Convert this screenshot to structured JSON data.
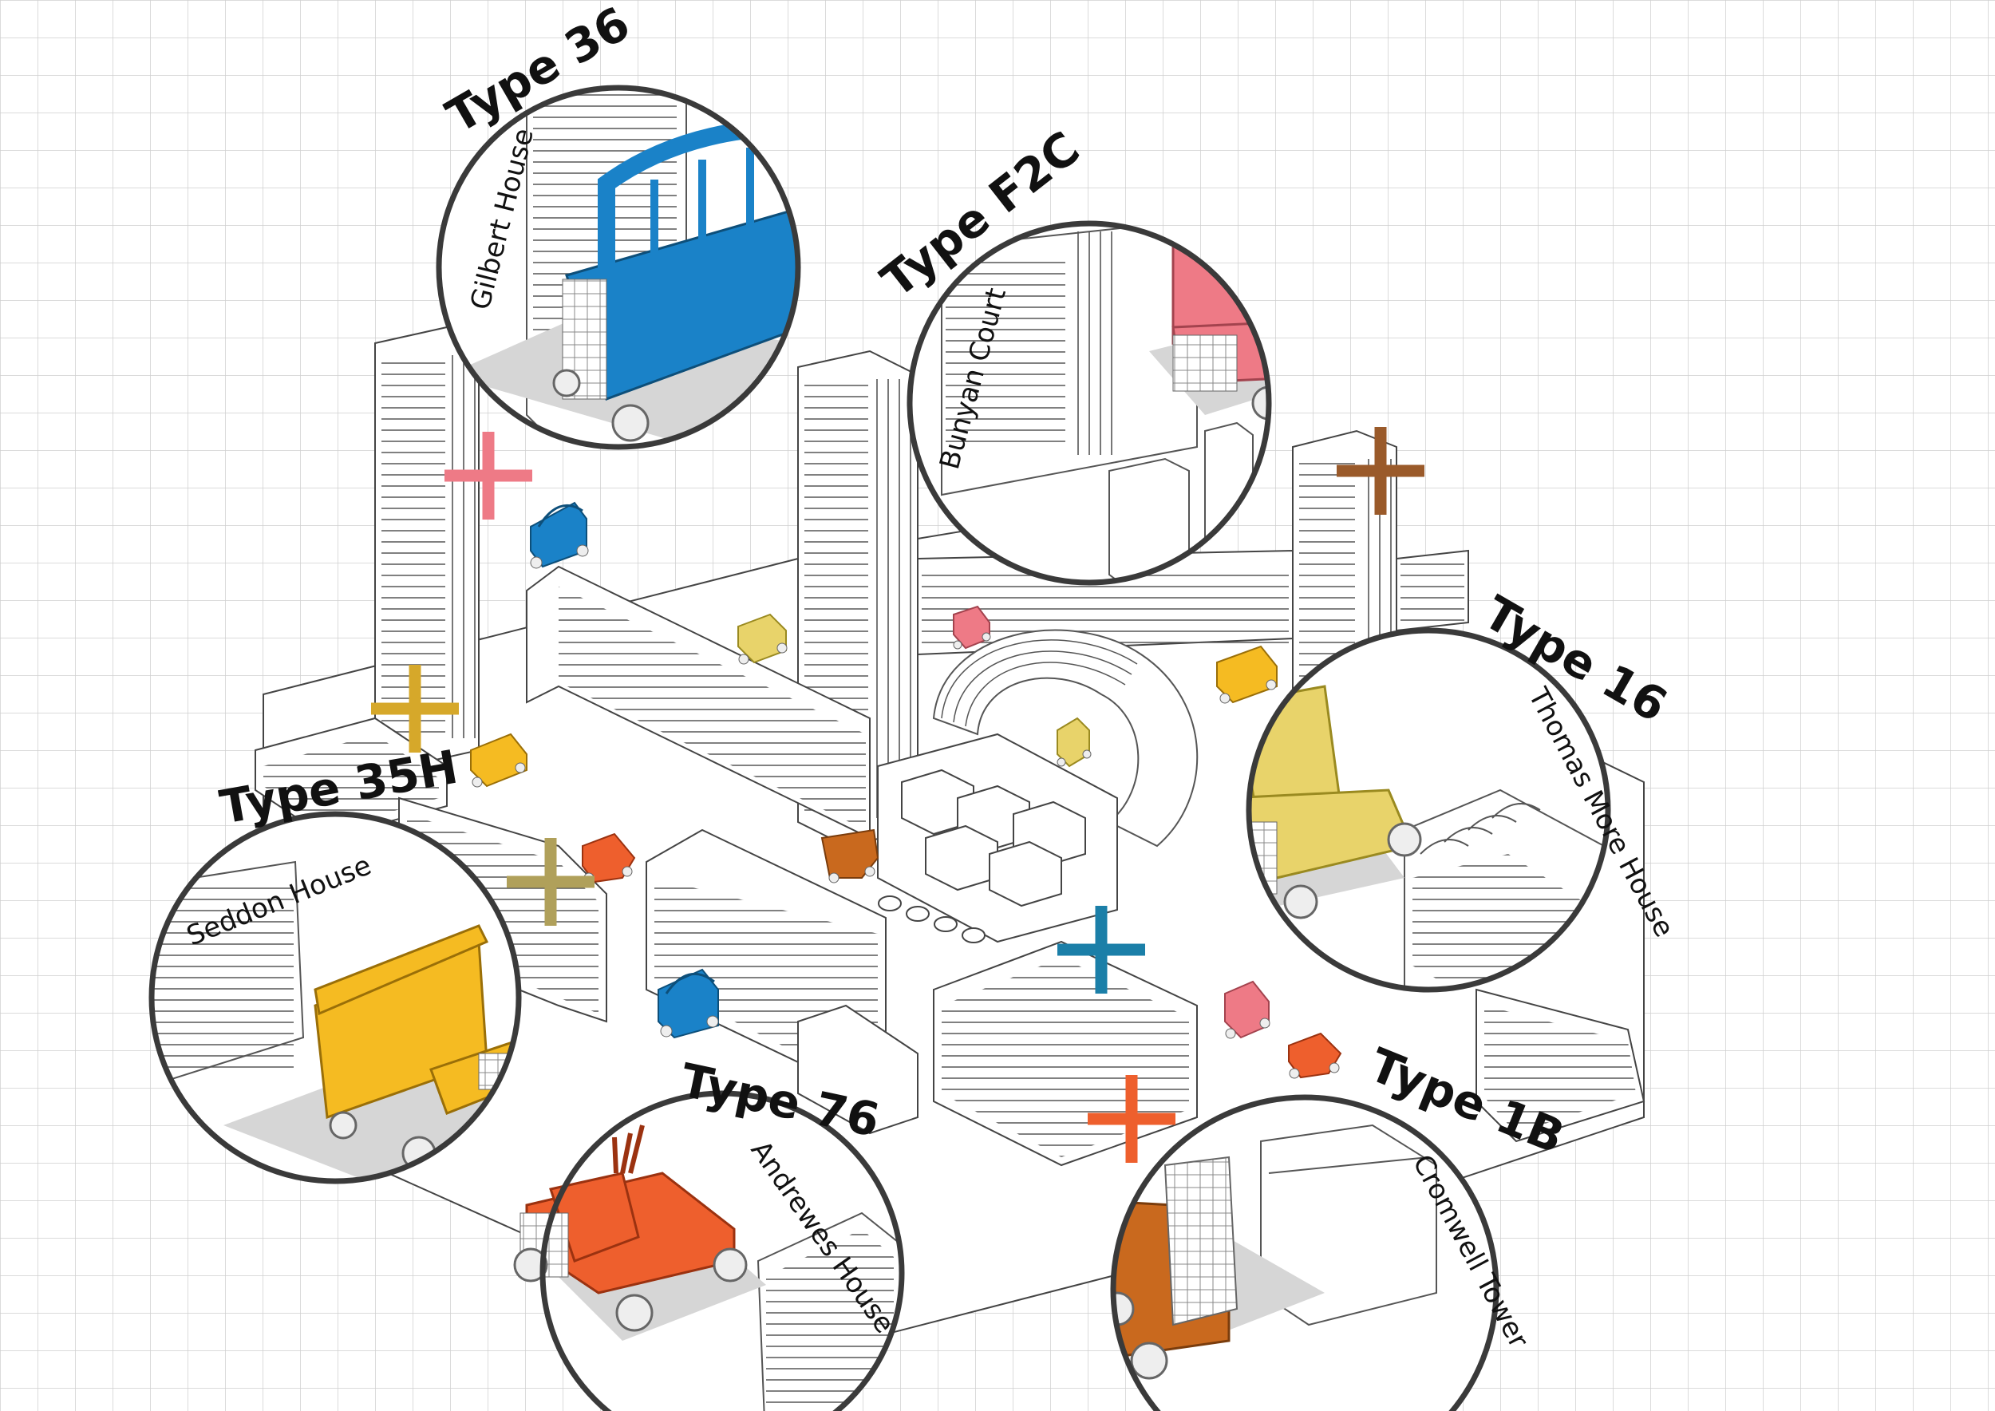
{
  "colors": {
    "blue": "#1a82c8",
    "pink": "#ee7a86",
    "yellow_pale": "#e8d36a",
    "yellow": "#f5bb22",
    "orange": "#ee5f2d",
    "brown": "#c9691e",
    "olive": "#b0a05a",
    "mustard": "#d6a82a",
    "teal": "#1b7fa8",
    "brown_plus": "#9a5a2a",
    "grid": "#cfcfcf",
    "ring": "#3a3a3a"
  },
  "callouts": [
    {
      "id": "type-36",
      "type": "Type 36",
      "house": "Gilbert House",
      "color_key": "blue"
    },
    {
      "id": "type-f2c",
      "type": "Type F2C",
      "house": "Bunyan Court",
      "color_key": "pink"
    },
    {
      "id": "type-16",
      "type": "Type 16",
      "house": "Thomas More House",
      "color_key": "yellow_pale"
    },
    {
      "id": "type-35h",
      "type": "Type 35H",
      "house": "Seddon House",
      "color_key": "yellow"
    },
    {
      "id": "type-76",
      "type": "Type 76",
      "house": "Andrewes House",
      "color_key": "orange"
    },
    {
      "id": "type-1b",
      "type": "Type 1B",
      "house": "Cromwell Tower",
      "color_key": "brown"
    }
  ],
  "markers": [
    {
      "id": "pink",
      "color_key": "pink"
    },
    {
      "id": "brown",
      "color_key": "brown_plus"
    },
    {
      "id": "mustard",
      "color_key": "mustard"
    },
    {
      "id": "olive",
      "color_key": "olive"
    },
    {
      "id": "teal",
      "color_key": "teal"
    },
    {
      "id": "orange",
      "color_key": "orange"
    }
  ],
  "icons": {
    "plus": "plus-marker-icon",
    "cart": "mobile-cart-icon",
    "wheel": "wheel-icon"
  }
}
